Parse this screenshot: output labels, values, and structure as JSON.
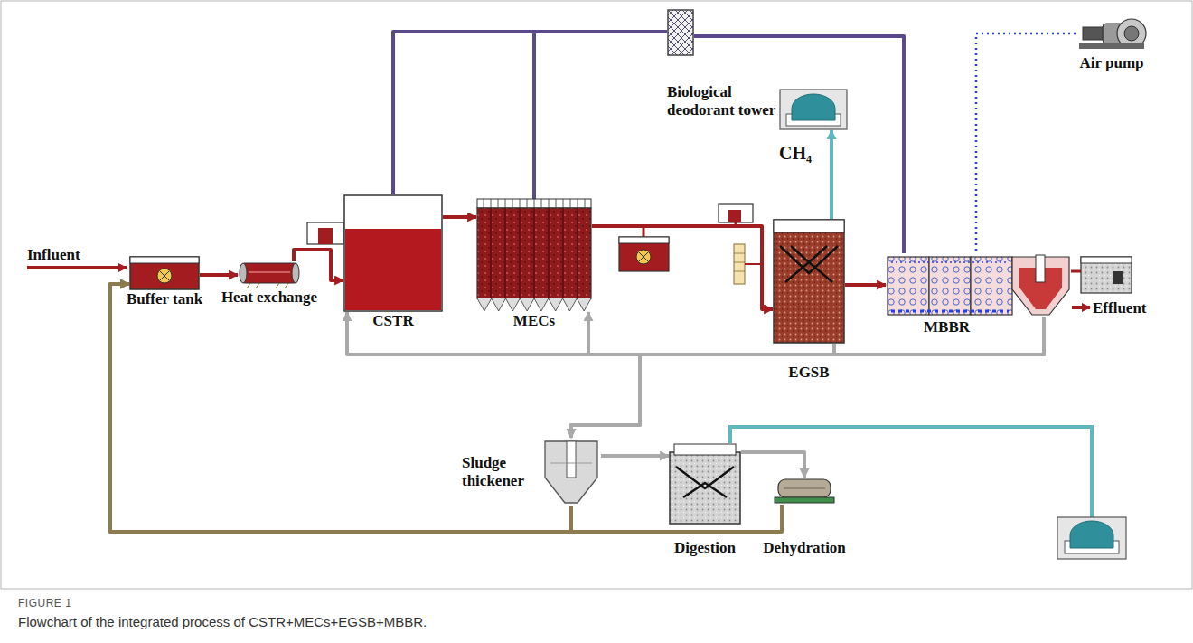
{
  "diagram": {
    "title": "FIGURE 1",
    "caption": "Flowchart of the integrated process of CSTR+MECs+EGSB+MBBR.",
    "nodes": [
      {
        "text": [
          "Buffer tank"
        ]
      },
      {
        "text": [
          "Heat exchange"
        ]
      },
      {
        "text": [
          "CSTR"
        ]
      },
      {
        "text": [
          "MECs"
        ]
      },
      {
        "text": [
          "Biological deodorant tower"
        ]
      },
      {
        "text": [
          "CH₄"
        ]
      },
      {
        "text": [
          "Air pump"
        ]
      },
      {
        "text": [
          "EGSB"
        ]
      },
      {
        "text": [
          "MBBR"
        ]
      },
      {
        "text": [
          "Sludge thickener"
        ]
      },
      {
        "text": [
          "Digestion"
        ]
      },
      {
        "text": [
          "Dehydration"
        ]
      }
    ],
    "edges": [
      {
        "from": 0,
        "to": 1,
        "arrow": "to"
      },
      {
        "from": 1,
        "to": 2,
        "arrow": "to"
      },
      {
        "from": 2,
        "to": 3,
        "arrow": "to"
      },
      {
        "from": 3,
        "to": 7,
        "arrow": "to"
      },
      {
        "from": 7,
        "to": 8,
        "arrow": "to"
      },
      {
        "from": 7,
        "to": 5,
        "arrow": "to"
      },
      {
        "from": 2,
        "to": 4,
        "arrow": "none"
      },
      {
        "from": 3,
        "to": 4,
        "arrow": "none"
      },
      {
        "from": 8,
        "to": 4,
        "arrow": "none"
      },
      {
        "from": 6,
        "to": 8,
        "arrow": "none"
      },
      {
        "from": 8,
        "to": 2,
        "arrow": "to"
      },
      {
        "from": 8,
        "to": 3,
        "arrow": "to"
      },
      {
        "from": 7,
        "to": 9,
        "arrow": "to"
      },
      {
        "from": 8,
        "to": 9,
        "arrow": "to"
      },
      {
        "from": 9,
        "to": 10,
        "arrow": "to"
      },
      {
        "from": 10,
        "to": 11,
        "arrow": "to"
      },
      {
        "from": 11,
        "to": 0,
        "arrow": "to"
      },
      {
        "from": 9,
        "to": 0,
        "arrow": "to"
      }
    ],
    "labels": [
      "Influent",
      "Effluent"
    ]
  }
}
